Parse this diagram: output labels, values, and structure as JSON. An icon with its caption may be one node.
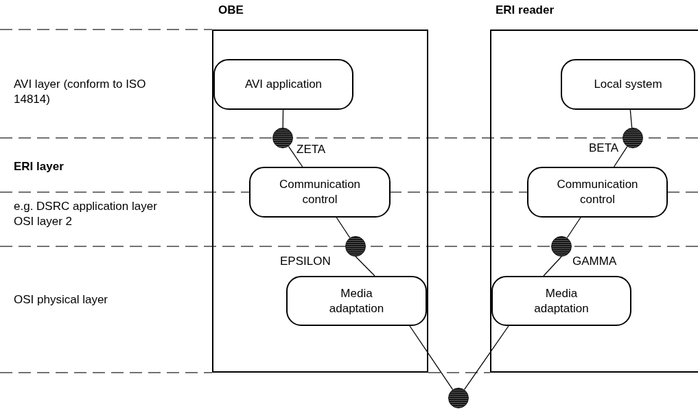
{
  "diagram": {
    "nodes": [
      {
        "text": [
          "OBE"
        ]
      },
      {
        "text": [
          "AVI application"
        ],
        "in": 0
      },
      {
        "text": [],
        "shape": "circle",
        "in": 0,
        "beside": [
          "ZETA"
        ]
      },
      {
        "text": [
          "Communication control"
        ],
        "in": 0
      },
      {
        "text": [],
        "shape": "circle",
        "in": 0,
        "beside": [
          "EPSILON"
        ]
      },
      {
        "text": [
          "Media adaptation"
        ],
        "in": 0
      },
      {
        "text": [
          "ERI reader"
        ]
      },
      {
        "text": [
          "Local system"
        ],
        "in": 6
      },
      {
        "text": [],
        "shape": "circle",
        "in": 6,
        "beside": [
          "BETA"
        ]
      },
      {
        "text": [
          "Communication control"
        ],
        "in": 6
      },
      {
        "text": [],
        "shape": "circle",
        "in": 6,
        "beside": [
          "GAMMA"
        ]
      },
      {
        "text": [
          "Media adaptation"
        ],
        "in": 6
      },
      {
        "text": [],
        "shape": "circle"
      }
    ],
    "edges": [
      {
        "from": 1,
        "to": 2,
        "arrow": "none"
      },
      {
        "from": 2,
        "to": 3,
        "arrow": "none"
      },
      {
        "from": 3,
        "to": 4,
        "arrow": "none"
      },
      {
        "from": 4,
        "to": 5,
        "arrow": "none"
      },
      {
        "from": 5,
        "to": 12,
        "arrow": "none"
      },
      {
        "from": 7,
        "to": 8,
        "arrow": "none"
      },
      {
        "from": 8,
        "to": 9,
        "arrow": "none"
      },
      {
        "from": 9,
        "to": 10,
        "arrow": "none"
      },
      {
        "from": 10,
        "to": 11,
        "arrow": "none"
      },
      {
        "from": 11,
        "to": 12,
        "arrow": "none"
      }
    ],
    "labels": [
      "AVI layer (conform to ISO 14814)",
      "ERI layer",
      "e.g. DSRC application layer OSI layer 2",
      "OSI physical layer"
    ]
  }
}
